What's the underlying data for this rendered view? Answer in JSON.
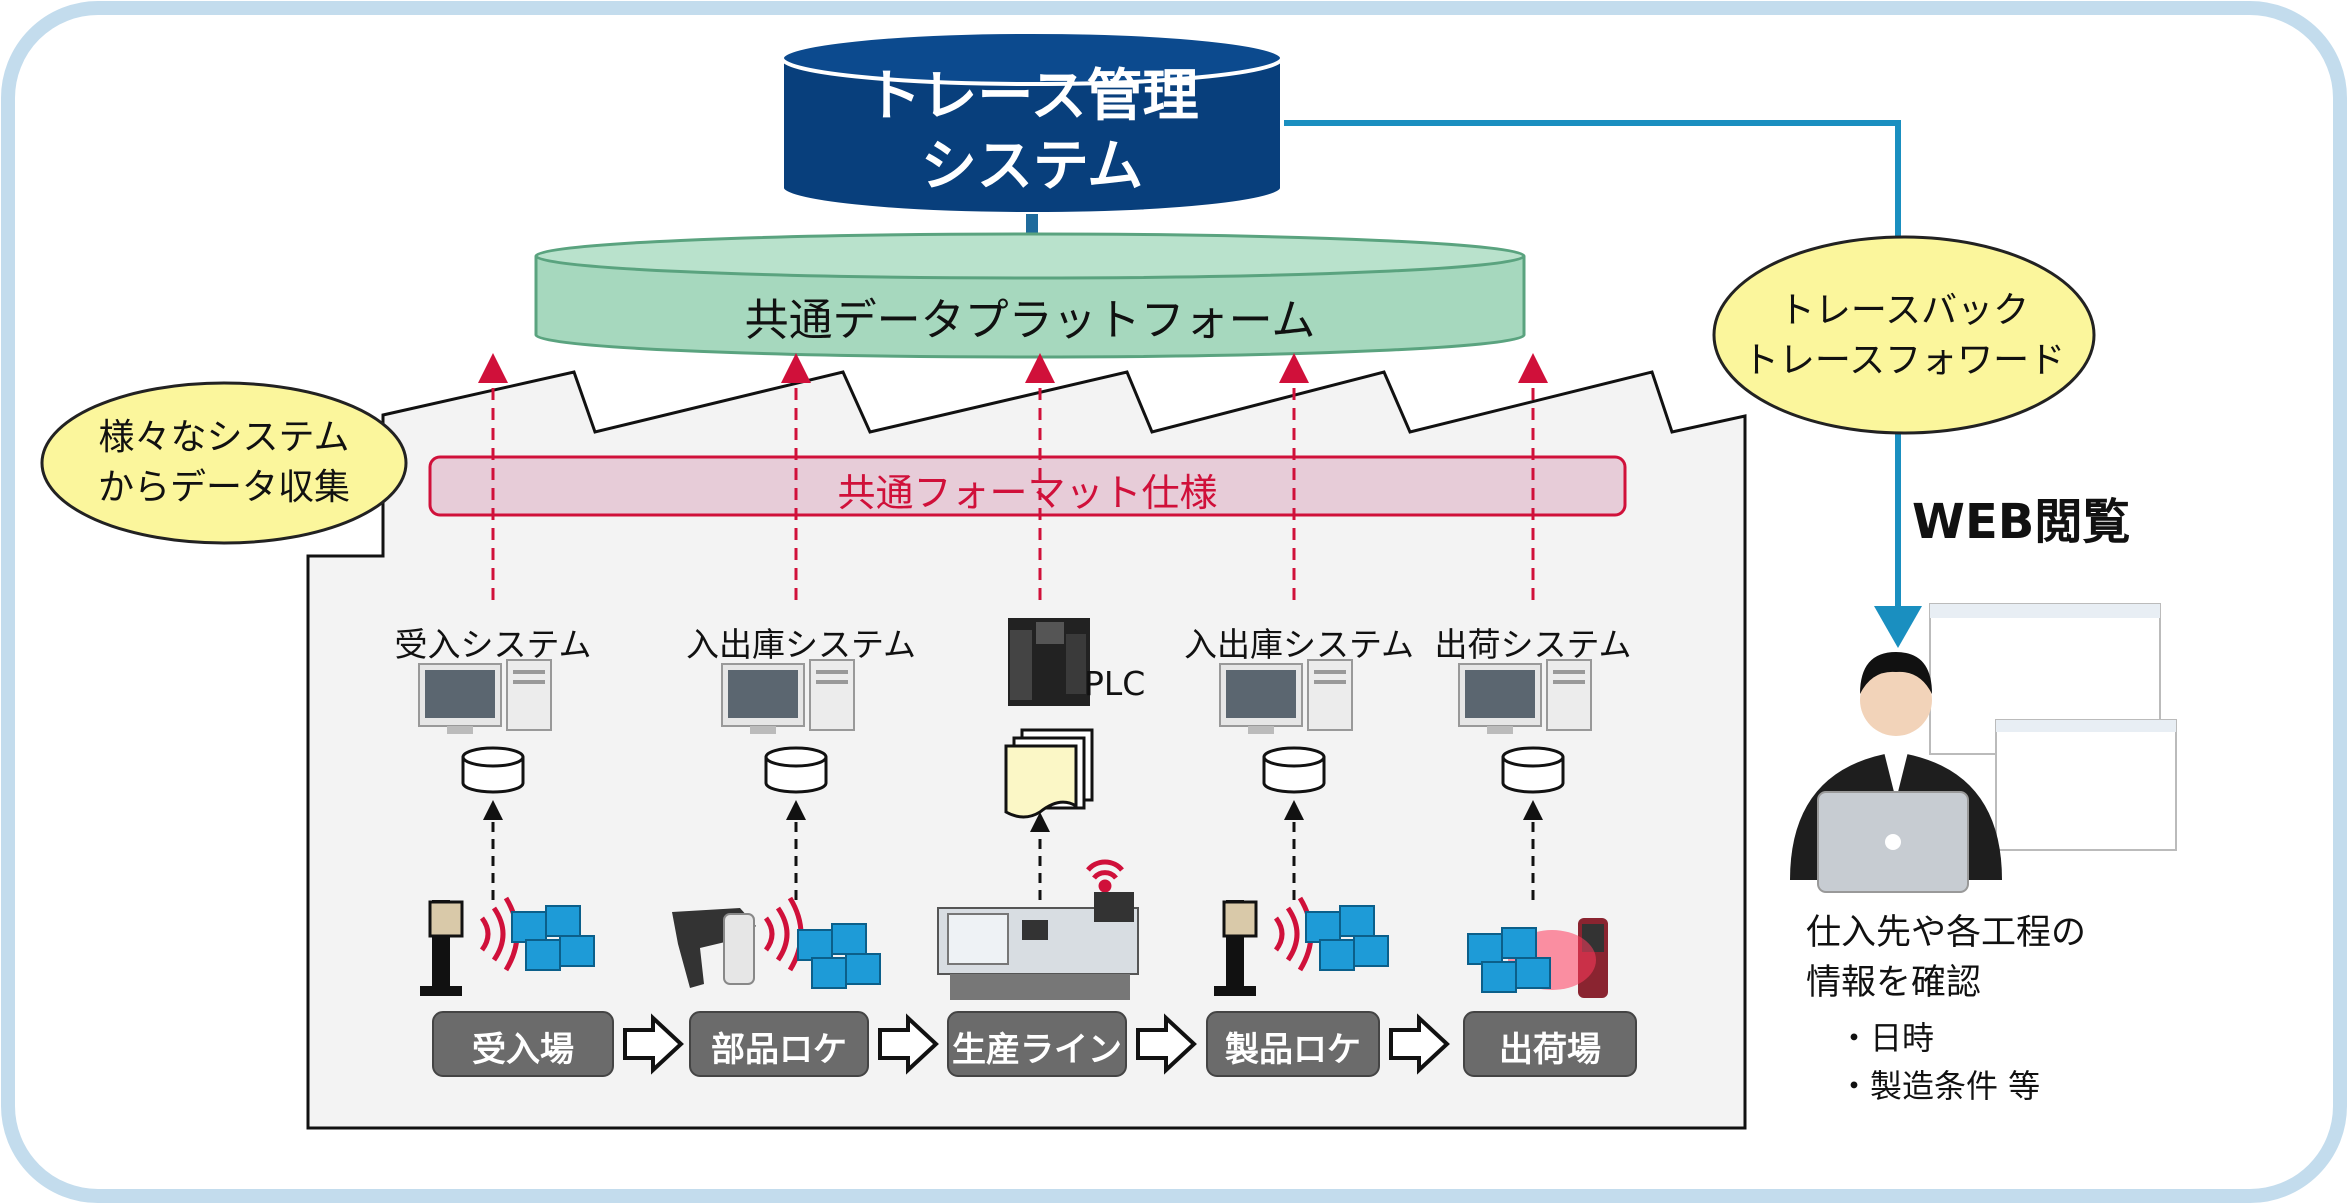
{
  "title": {
    "line1": "トレース管理",
    "line2": "システム"
  },
  "platform": "共通データプラットフォーム",
  "format": "共通フォーマット仕様",
  "bubble_left": {
    "line1": "様々なシステム",
    "line2": "からデータ収集"
  },
  "bubble_right": {
    "line1": "トレースバック",
    "line2": "トレースフォワード"
  },
  "web_label": "WEB閲覧",
  "systems": [
    {
      "label": "受入システム",
      "kind": "pc"
    },
    {
      "label": "入出庫システム",
      "kind": "pc"
    },
    {
      "label": "PLC",
      "kind": "plc"
    },
    {
      "label": "入出庫システム",
      "kind": "pc"
    },
    {
      "label": "出荷システム",
      "kind": "pc"
    }
  ],
  "stages": [
    "受入場",
    "部品ロケ",
    "生産ライン",
    "製品ロケ",
    "出荷場"
  ],
  "info": {
    "line1": "仕入先や各工程の",
    "line2": "情報を確認",
    "bullets": [
      "・日時",
      "・製造条件 等"
    ]
  },
  "colors": {
    "title_fill": "#083f7c",
    "platform_fill": "#a6d8be",
    "format_fill": "#e7ccd8",
    "format_text": "#d0103a",
    "bubble_fill": "#fbf69c",
    "connector": "#1a8fc0",
    "stage_fill": "#6b6b6b",
    "outer_border": "#c3dced"
  },
  "icons": [
    "desktop-pc-icon",
    "database-icon",
    "plc-icon",
    "document-stack-icon",
    "rfid-reader-icon",
    "handheld-scanner-icon",
    "wifi-signal-icon",
    "injection-machine-icon",
    "person-laptop-icon",
    "web-screen-icon"
  ]
}
